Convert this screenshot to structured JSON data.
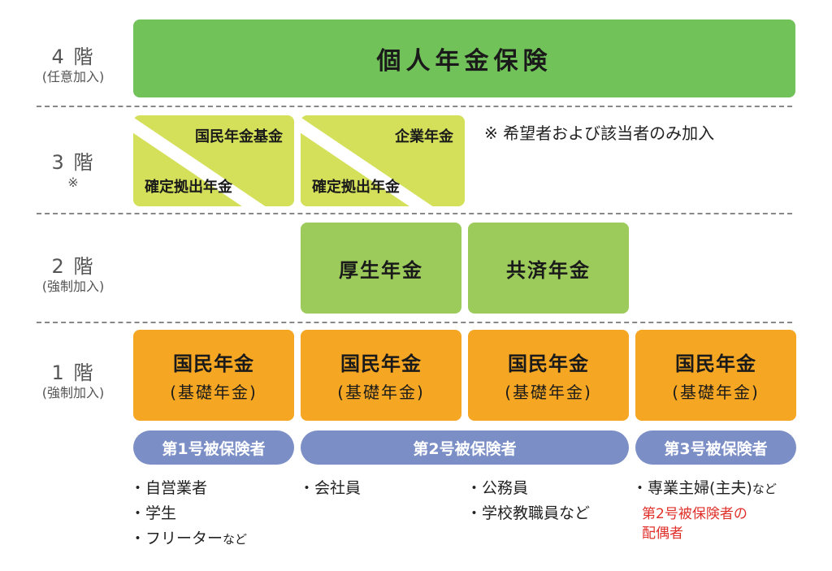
{
  "floors": [
    {
      "num": "4 階",
      "sub": "(任意加入)"
    },
    {
      "num": "3 階",
      "sub": "※"
    },
    {
      "num": "2 階",
      "sub": "(強制加入)"
    },
    {
      "num": "1 階",
      "sub": "(強制加入)"
    }
  ],
  "floor4": {
    "title": "個人年金保険"
  },
  "floor3": {
    "box1_top": "国民年金基金",
    "box1_bottom": "確定拠出年金",
    "box2_top": "企業年金",
    "box2_bottom": "確定拠出年金",
    "note": "※ 希望者および該当者のみ加入"
  },
  "floor2": {
    "kosei": "厚生年金",
    "kyosai": "共済年金"
  },
  "floor1": {
    "title": "国民年金",
    "sub": "(基礎年金)"
  },
  "insured": {
    "type1": "第1号被保険者",
    "type2": "第2号被保険者",
    "type3": "第3号被保険者"
  },
  "lists": {
    "type1": [
      "・自営業者",
      "・学生",
      "・フリーター"
    ],
    "type1_suffix": "など",
    "type2a": [
      "・会社員"
    ],
    "type2b": [
      "・公務員",
      "・学校教職員など"
    ],
    "type3": "・専業主婦(主夫)",
    "type3_suffix": "など",
    "type3_note_line1": "第2号被保険者の",
    "type3_note_line2": "配偶者"
  },
  "colors": {
    "green_dark": "#72c25a",
    "green": "#9ccb5b",
    "lime": "#d4e05a",
    "orange": "#f5a623",
    "pill": "#7b8ec6",
    "note_red": "#e0302a"
  }
}
